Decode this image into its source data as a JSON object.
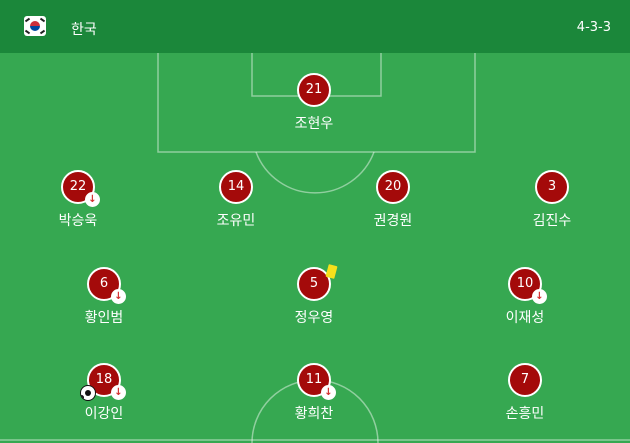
{
  "team": {
    "name": "한국",
    "formation": "4-3-3",
    "flag": "south-korea-flag"
  },
  "players": [
    {
      "number": "21",
      "name": "조현우"
    },
    {
      "number": "22",
      "name": "박승욱",
      "sub": true
    },
    {
      "number": "14",
      "name": "조유민"
    },
    {
      "number": "20",
      "name": "권경원"
    },
    {
      "number": "3",
      "name": "김진수"
    },
    {
      "number": "6",
      "name": "황인범",
      "sub": true
    },
    {
      "number": "5",
      "name": "정우영",
      "card": "yellow"
    },
    {
      "number": "10",
      "name": "이재성",
      "sub": true
    },
    {
      "number": "18",
      "name": "이강인",
      "sub": true,
      "goal": true
    },
    {
      "number": "11",
      "name": "황희찬",
      "sub": true
    },
    {
      "number": "7",
      "name": "손흥민"
    }
  ],
  "icons": {
    "substitution": "↓",
    "card": "yellow-card-icon",
    "goal": "soccer-ball-icon"
  },
  "colors": {
    "header": "#1b873a",
    "pitch": "#36a851",
    "shirt": "#a40a0a",
    "card": "#f6e01b"
  }
}
